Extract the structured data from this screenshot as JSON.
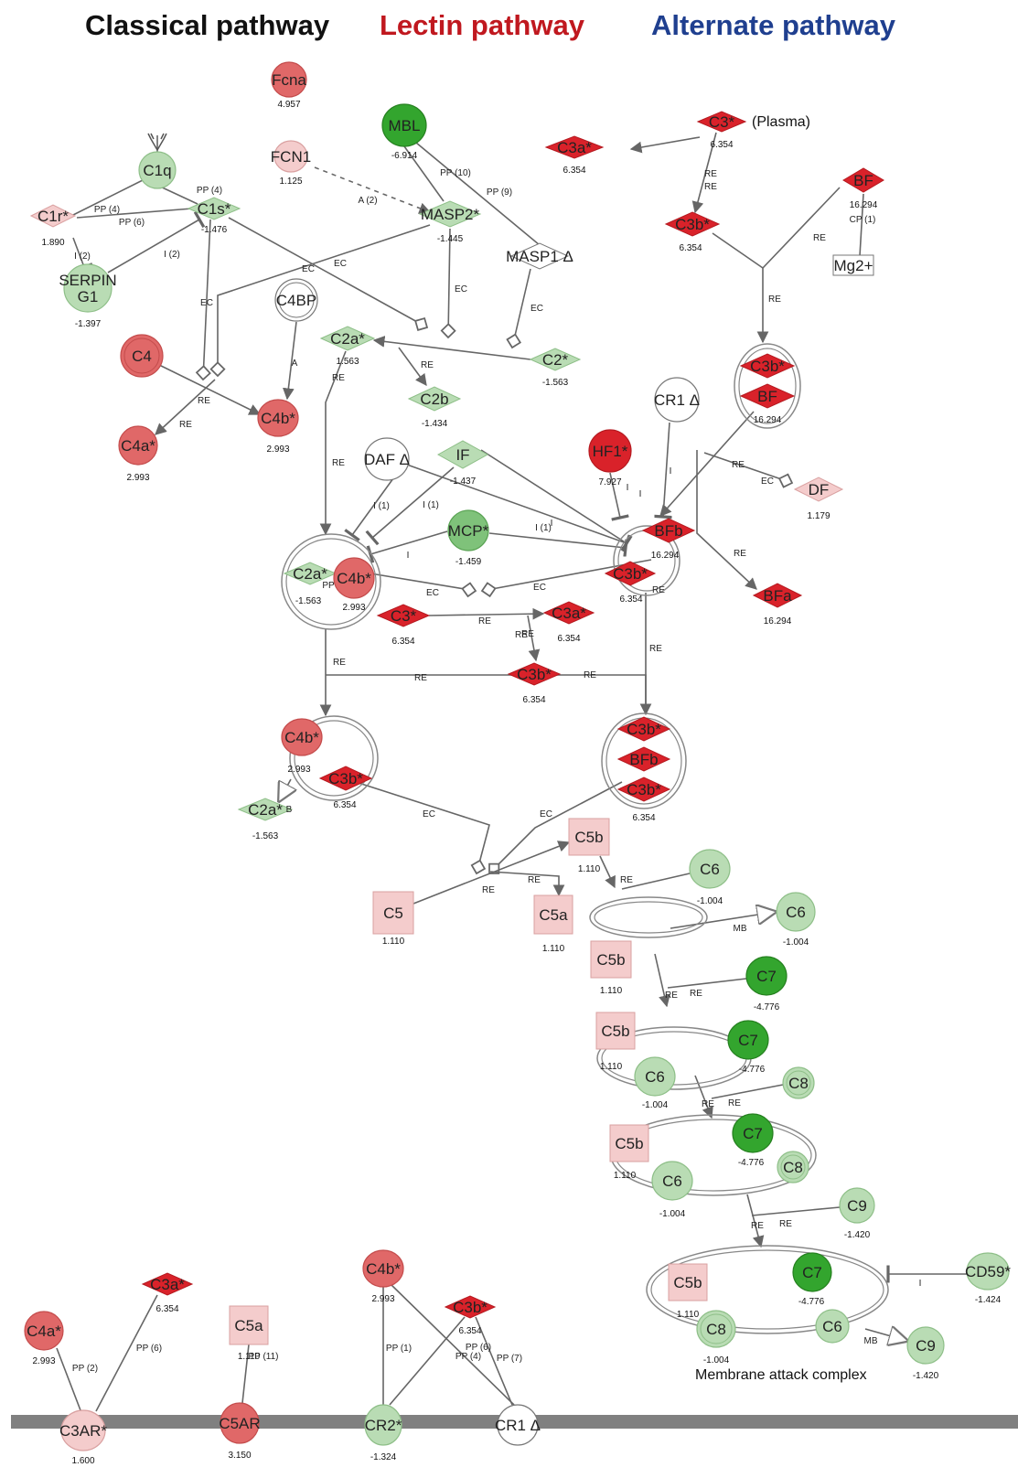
{
  "headers": [
    {
      "text": "Classical pathway",
      "color": "#111111"
    },
    {
      "text": "Lectin pathway",
      "color": "#c0181f"
    },
    {
      "text": "Alternate pathway",
      "color": "#1f3f8f"
    }
  ],
  "colors": {
    "red": "#d9222a",
    "red_mid": "#e06868",
    "pink": "#f4cccc",
    "pink_light": "#f8dcdc",
    "green_dark": "#33a52e",
    "green": "#7fc27a",
    "green_light": "#b9dcb4",
    "white": "#ffffff",
    "edge": "#666666",
    "membrane": "#808080"
  },
  "nodes": [
    {
      "id": "fcna",
      "label": "Fcna",
      "value": "4.957",
      "shape": "circle",
      "color": "red_mid"
    },
    {
      "id": "c1q",
      "label": "C1q",
      "value": "",
      "shape": "circle",
      "color": "green_light"
    },
    {
      "id": "fcn1",
      "label": "FCN1",
      "value": "1.125",
      "shape": "circle",
      "color": "pink"
    },
    {
      "id": "mbl",
      "label": "MBL",
      "value": "-6.914",
      "shape": "circle",
      "color": "green_dark"
    },
    {
      "id": "c3plasma",
      "label": "C3*",
      "value": "6.354",
      "shape": "diamond",
      "color": "red"
    },
    {
      "id": "c3a_top",
      "label": "C3a*",
      "value": "6.354",
      "shape": "diamond",
      "color": "red"
    },
    {
      "id": "c1r",
      "label": "C1r*",
      "value": "1.890",
      "shape": "diamond",
      "color": "pink"
    },
    {
      "id": "c1s",
      "label": "C1s*",
      "value": "-1.476",
      "shape": "diamond",
      "color": "green_light"
    },
    {
      "id": "masp2",
      "label": "MASP2*",
      "value": "-1.445",
      "shape": "diamond",
      "color": "green_light"
    },
    {
      "id": "c3b_top",
      "label": "C3b*",
      "value": "6.354",
      "shape": "diamond",
      "color": "red"
    },
    {
      "id": "bf_top",
      "label": "BF",
      "value": "16.294",
      "shape": "diamond",
      "color": "red"
    },
    {
      "id": "mg2",
      "label": "Mg2+",
      "value": "",
      "shape": "rect",
      "color": "white"
    },
    {
      "id": "serpin",
      "label": "SERPIN\nG1",
      "value": "-1.397",
      "shape": "circle",
      "color": "green_light"
    },
    {
      "id": "masp1",
      "label": "MASP1 Δ",
      "value": "",
      "shape": "diamond",
      "color": "white"
    },
    {
      "id": "c4bp",
      "label": "C4BP",
      "value": "",
      "shape": "dcircle",
      "color": "white"
    },
    {
      "id": "c4",
      "label": "C4",
      "value": "",
      "shape": "dcircle",
      "color": "red_mid"
    },
    {
      "id": "c2a_1",
      "label": "C2a*",
      "value": "1.563",
      "shape": "diamond",
      "color": "green_light"
    },
    {
      "id": "c2_1",
      "label": "C2*",
      "value": "-1.563",
      "shape": "diamond",
      "color": "green_light"
    },
    {
      "id": "c2b",
      "label": "C2b",
      "value": "-1.434",
      "shape": "diamond",
      "color": "green_light"
    },
    {
      "id": "c4b_1",
      "label": "C4b*",
      "value": "2.993",
      "shape": "circle",
      "color": "red_mid"
    },
    {
      "id": "c4a_1",
      "label": "C4a*",
      "value": "2.993",
      "shape": "circle",
      "color": "red_mid"
    },
    {
      "id": "cr1_1",
      "label": "CR1 Δ",
      "value": "",
      "shape": "circle",
      "color": "white"
    },
    {
      "id": "daf",
      "label": "DAF Δ",
      "value": "",
      "shape": "circle",
      "color": "white"
    },
    {
      "id": "if",
      "label": "IF",
      "value": "-1.437",
      "shape": "diamond",
      "color": "green_light"
    },
    {
      "id": "hf1",
      "label": "HF1*",
      "value": "7.927",
      "shape": "circle",
      "color": "red"
    },
    {
      "id": "df",
      "label": "DF",
      "value": "1.179",
      "shape": "diamond",
      "color": "pink"
    },
    {
      "id": "mcp",
      "label": "MCP*",
      "value": "-1.459",
      "shape": "circle",
      "color": "green"
    },
    {
      "id": "bfa",
      "label": "BFa",
      "value": "16.294",
      "shape": "diamond",
      "color": "red"
    },
    {
      "id": "c3_mid",
      "label": "C3*",
      "value": "6.354",
      "shape": "diamond",
      "color": "red"
    },
    {
      "id": "c3a_mid",
      "label": "C3a*",
      "value": "6.354",
      "shape": "diamond",
      "color": "red"
    },
    {
      "id": "c3b_mid",
      "label": "C3b*",
      "value": "6.354",
      "shape": "diamond",
      "color": "red"
    },
    {
      "id": "c2a_low",
      "label": "C2a*",
      "value": "-1.563",
      "shape": "diamond",
      "color": "green_light"
    },
    {
      "id": "c5",
      "label": "C5",
      "value": "1.110",
      "shape": "rect",
      "color": "pink"
    },
    {
      "id": "c5b_1",
      "label": "C5b",
      "value": "1.110",
      "shape": "rect",
      "color": "pink"
    },
    {
      "id": "c5a_1",
      "label": "C5a",
      "value": "1.110",
      "shape": "rect",
      "color": "pink"
    },
    {
      "id": "c6_1",
      "label": "C6",
      "value": "-1.004",
      "shape": "circle",
      "color": "green_light"
    },
    {
      "id": "c6_2",
      "label": "C6",
      "value": "-1.004",
      "shape": "circle",
      "color": "green_light"
    },
    {
      "id": "c7_1",
      "label": "C7",
      "value": "-4.776",
      "shape": "circle",
      "color": "green_dark"
    },
    {
      "id": "c8_1",
      "label": "C8",
      "value": "",
      "shape": "dcircle",
      "color": "green_light"
    },
    {
      "id": "c9_1",
      "label": "C9",
      "value": "-1.420",
      "shape": "circle",
      "color": "green_light"
    },
    {
      "id": "cd59",
      "label": "CD59*",
      "value": "-1.424",
      "shape": "circle",
      "color": "green_light"
    },
    {
      "id": "c9_2",
      "label": "C9",
      "value": "-1.420",
      "shape": "circle",
      "color": "green_light"
    },
    {
      "id": "c4a_b",
      "label": "C4a*",
      "value": "2.993",
      "shape": "circle",
      "color": "red_mid"
    },
    {
      "id": "c3a_b",
      "label": "C3a*",
      "value": "6.354",
      "shape": "diamond",
      "color": "red"
    },
    {
      "id": "c5a_b",
      "label": "C5a",
      "value": "1.110",
      "shape": "rect",
      "color": "pink"
    },
    {
      "id": "c4b_b",
      "label": "C4b*",
      "value": "2.993",
      "shape": "circle",
      "color": "red_mid"
    },
    {
      "id": "c3b_b",
      "label": "C3b*",
      "value": "6.354",
      "shape": "diamond",
      "color": "red"
    },
    {
      "id": "c3ar",
      "label": "C3AR*",
      "value": "1.600",
      "shape": "circle",
      "color": "pink"
    },
    {
      "id": "c5ar",
      "label": "C5AR",
      "value": "3.150",
      "shape": "circle",
      "color": "red_mid"
    },
    {
      "id": "cr2",
      "label": "CR2*",
      "value": "-1.324",
      "shape": "circle",
      "color": "green_light"
    },
    {
      "id": "cr1_b",
      "label": "CR1 Δ",
      "value": "",
      "shape": "circle",
      "color": "white"
    }
  ],
  "complexes": [
    {
      "id": "cx_c3bbf",
      "value": "16.294",
      "members": [
        {
          "label": "C3b*",
          "shape": "diamond",
          "color": "red"
        },
        {
          "label": "BF",
          "shape": "diamond",
          "color": "red"
        }
      ]
    },
    {
      "id": "cx_c3conv_class",
      "value": "-1.563",
      "value2": "2.993",
      "members": [
        {
          "label": "C2a*",
          "shape": "diamond",
          "color": "green_light"
        },
        {
          "label": "C4b*",
          "shape": "circle",
          "color": "red_mid"
        }
      ]
    },
    {
      "id": "cx_c3conv_alt",
      "value": "16.294",
      "value2": "6.354",
      "members": [
        {
          "label": "BFb",
          "shape": "diamond",
          "color": "red"
        },
        {
          "label": "C3b*",
          "shape": "diamond",
          "color": "red"
        }
      ]
    },
    {
      "id": "cx_c5conv_class",
      "value": "2.993",
      "value2": "6.354",
      "members": [
        {
          "label": "C4b*",
          "shape": "circle",
          "color": "red_mid"
        },
        {
          "label": "C3b*",
          "shape": "diamond",
          "color": "red"
        }
      ]
    },
    {
      "id": "cx_c5conv_alt",
      "value": "6.354",
      "members": [
        {
          "label": "C3b*",
          "shape": "diamond",
          "color": "red"
        },
        {
          "label": "BFb",
          "shape": "diamond",
          "color": "red"
        },
        {
          "label": "C3b*",
          "shape": "diamond",
          "color": "red"
        }
      ]
    },
    {
      "id": "cx_c5b6",
      "value": "1.110",
      "members": [
        {
          "label": "C5b",
          "shape": "rect",
          "color": "pink"
        }
      ]
    },
    {
      "id": "cx_c5b67",
      "value": "1.110",
      "value2": "-4.776",
      "value3": "-1.004",
      "members": [
        {
          "label": "C5b",
          "shape": "rect",
          "color": "pink"
        },
        {
          "label": "C7",
          "shape": "circle",
          "color": "green_dark"
        },
        {
          "label": "C6",
          "shape": "circle",
          "color": "green_light"
        }
      ]
    },
    {
      "id": "cx_c5b678",
      "value": "1.110",
      "value2": "-4.776",
      "value3": "-1.004",
      "members": [
        {
          "label": "C5b",
          "shape": "rect",
          "color": "pink"
        },
        {
          "label": "C7",
          "shape": "circle",
          "color": "green_dark"
        },
        {
          "label": "C8",
          "shape": "dcircle",
          "color": "green_light"
        },
        {
          "label": "C6",
          "shape": "circle",
          "color": "green_light"
        }
      ]
    },
    {
      "id": "cx_mac",
      "value": "1.110",
      "value2": "-4.776",
      "value3": "-1.004",
      "members": [
        {
          "label": "C5b",
          "shape": "rect",
          "color": "pink"
        },
        {
          "label": "C7",
          "shape": "circle",
          "color": "green_dark"
        },
        {
          "label": "C6",
          "shape": "circle",
          "color": "green_light"
        },
        {
          "label": "C8",
          "shape": "dcircle",
          "color": "green_light"
        }
      ]
    }
  ],
  "edge_labels": [
    "PP (4)",
    "PP (4)",
    "PP (6)",
    "I (2)",
    "I (2)",
    "PP (10)",
    "PP (9)",
    "A (2)",
    "EC",
    "EC",
    "EC",
    "EC",
    "A",
    "RE",
    "RE",
    "RE",
    "RE",
    "RE",
    "RE",
    "RE",
    "RE",
    "RE",
    "RE",
    "RE",
    "RE",
    "EC",
    "I (1)",
    "I (1)",
    "I",
    "I (1)",
    "I",
    "I",
    "I",
    "I",
    "RE",
    "EC",
    "RE",
    "PP",
    "EC",
    "EC",
    "RE",
    "RE",
    "RE",
    "RE",
    "RE",
    "B",
    "EC",
    "EC",
    "RE",
    "RE",
    "RE",
    "MB",
    "RE",
    "RE",
    "RE",
    "RE",
    "RE",
    "RE",
    "I",
    "MB",
    "PP (2)",
    "PP (6)",
    "PP (11)",
    "PP (1)",
    "PP (4)",
    "PP (6)",
    "PP (7)",
    "CP (1)"
  ],
  "annotations": {
    "plasma": "(Plasma)",
    "mac": "Membrane attack complex"
  }
}
